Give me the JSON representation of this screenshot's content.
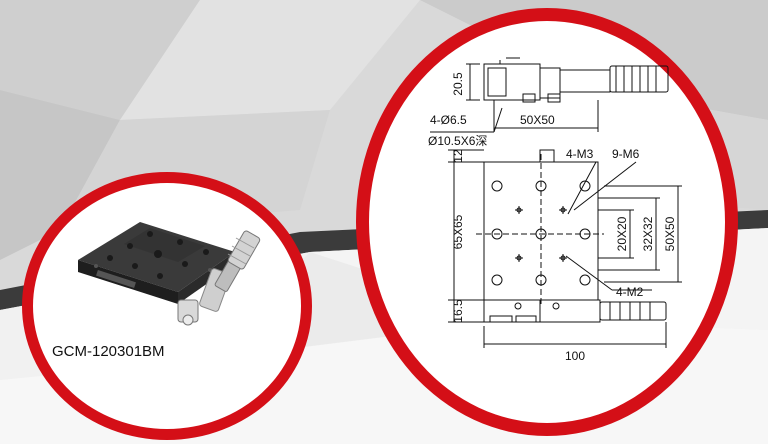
{
  "product": {
    "model": "GCM-120301BM"
  },
  "drawing": {
    "top_view": {
      "height_dim": "20.5",
      "mount_holes": "4-Ø6.5",
      "counterbore": "Ø10.5X6深",
      "hole_spacing": "50X50"
    },
    "front_view": {
      "dim_top": "12",
      "dim_height": "65X65",
      "dim_bottom": "16.5",
      "dim_width": "100",
      "threads_m3": "4-M3",
      "threads_m6": "9-M6",
      "threads_m2": "4-M2",
      "pitch_small": "20X20",
      "pitch_mid": "32X32",
      "pitch_large": "50X50"
    }
  },
  "colors": {
    "accent": "#d40f17",
    "background_dark": "#3b3b3b",
    "background_light": "#e9e9e9"
  }
}
